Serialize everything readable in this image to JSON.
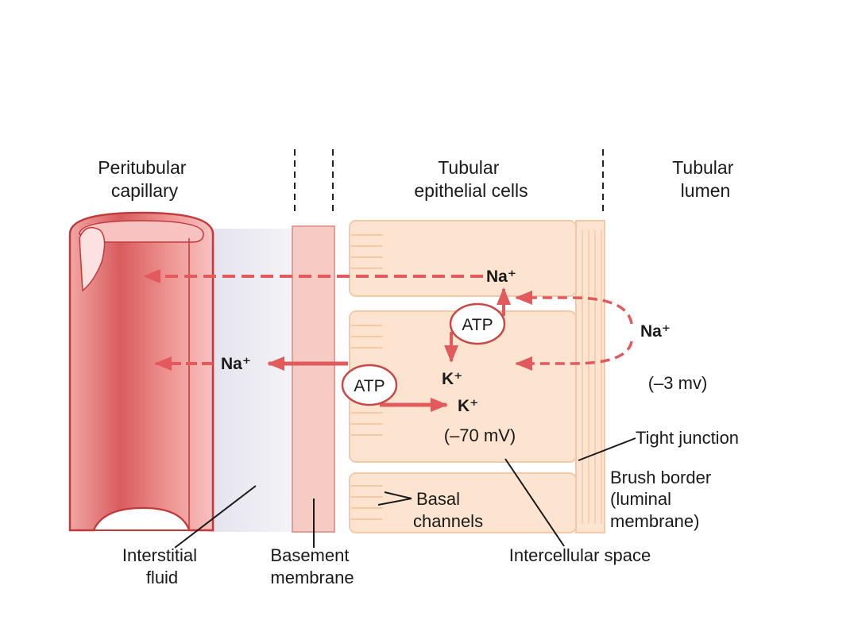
{
  "headers": {
    "capillary": [
      "Peritubular",
      "capillary"
    ],
    "epithelial": [
      "Tubular",
      "epithelial cells"
    ],
    "lumen": [
      "Tubular",
      "lumen"
    ]
  },
  "ions": {
    "na_top": "Na⁺",
    "na_lumen": "Na⁺",
    "na_left": "Na⁺",
    "k_upper": "K⁺",
    "k_lower": "K⁺"
  },
  "atp": {
    "upper": "ATP",
    "lower": "ATP"
  },
  "potentials": {
    "lumen": "(–3 mv)",
    "cell": "(–70 mV)"
  },
  "labels": {
    "tight_junction": "Tight junction",
    "brush_border": [
      "Brush border",
      "(luminal",
      "membrane)"
    ],
    "basal_channels": [
      "Basal",
      "channels"
    ],
    "intercellular_space": "Intercellular space",
    "interstitial_fluid": [
      "Interstitial",
      "fluid"
    ],
    "basement_membrane": [
      "Basement",
      "membrane"
    ]
  },
  "colors": {
    "capillary": "#e8787a",
    "capillary_dark": "#c84848",
    "capillary_light": "#f7c2c0",
    "membrane": "#f6cbc4",
    "cell": "#fde4d0",
    "cell_outline": "#f3c9a8",
    "arrow": "#e25a5c",
    "interstitial": "#ebe9f0",
    "text": "#1a1a1a"
  }
}
